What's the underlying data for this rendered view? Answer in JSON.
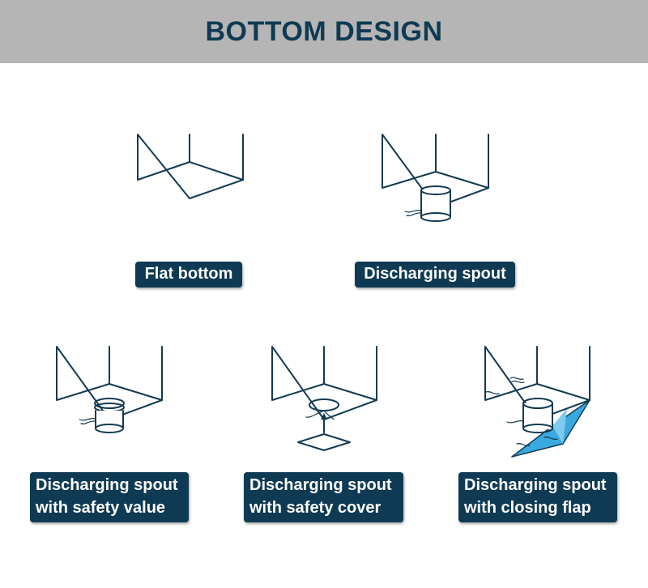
{
  "header": {
    "title": "BOTTOM DESIGN"
  },
  "items": [
    {
      "id": "flat",
      "label_lines": [
        "Flat bottom"
      ]
    },
    {
      "id": "spout",
      "label_lines": [
        "Discharging spout"
      ]
    },
    {
      "id": "valve",
      "label_lines": [
        "Discharging spout",
        "with safety value"
      ]
    },
    {
      "id": "cover",
      "label_lines": [
        "Discharging spout",
        "with safety cover"
      ]
    },
    {
      "id": "flap",
      "label_lines": [
        "Discharging spout",
        "with closing flap"
      ]
    }
  ],
  "colors": {
    "header_bg": "#b5b5b5",
    "title": "#0f3a53",
    "label_bg": "#0f3a53",
    "label_text": "#ffffff",
    "line": "#123a52",
    "flap_blue": "#3aa9e0"
  }
}
